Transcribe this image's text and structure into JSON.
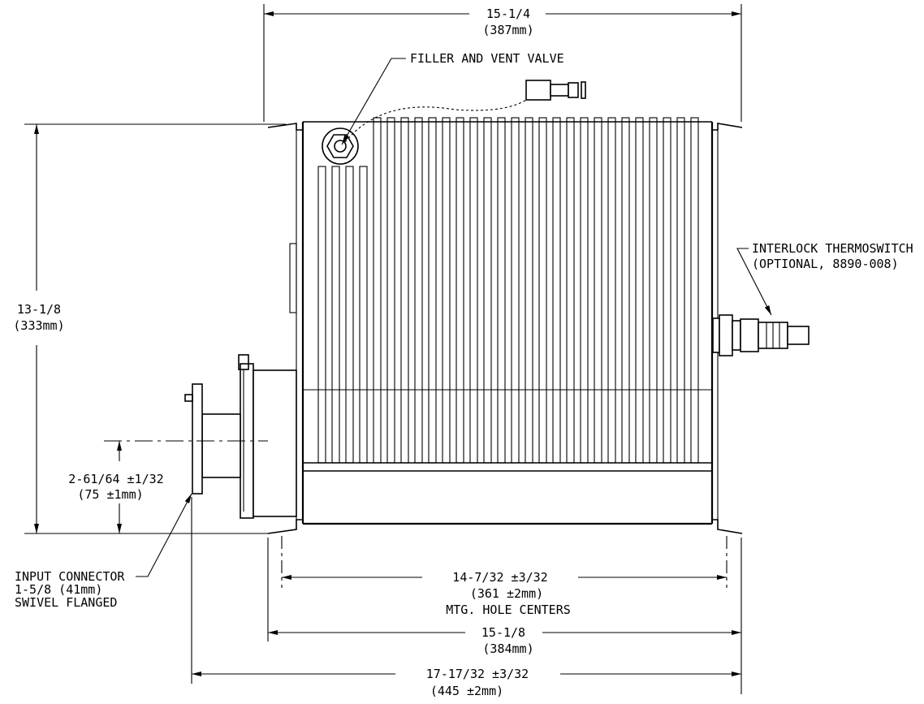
{
  "dimensions": {
    "overall_top_width": {
      "imperial": "15-1/4",
      "metric": "(387mm)"
    },
    "height": {
      "imperial": "13-1/8",
      "metric": "(333mm)"
    },
    "connector_center": {
      "imperial": "2-61/64 ±1/32",
      "metric": "(75 ±1mm)"
    },
    "mounting_holes": {
      "imperial": "14-7/32 ±3/32",
      "metric": "(361 ±2mm)",
      "note": "MTG. HOLE CENTERS"
    },
    "base_width": {
      "imperial": "15-1/8",
      "metric": "(384mm)"
    },
    "overall_length": {
      "imperial": "17-17/32 ±3/32",
      "metric": "(445 ±2mm)"
    }
  },
  "callouts": {
    "filler_valve": "FILLER AND VENT VALVE",
    "thermoswitch_line1": "INTERLOCK THERMOSWITCH",
    "thermoswitch_line2": "(OPTIONAL, 8890-008)",
    "input_connector_line1": "INPUT CONNECTOR",
    "input_connector_line2": "1-5/8 (41mm)",
    "input_connector_line3": "SWIVEL FLANGED"
  },
  "colors": {
    "line": "#000000",
    "background": "#ffffff"
  }
}
